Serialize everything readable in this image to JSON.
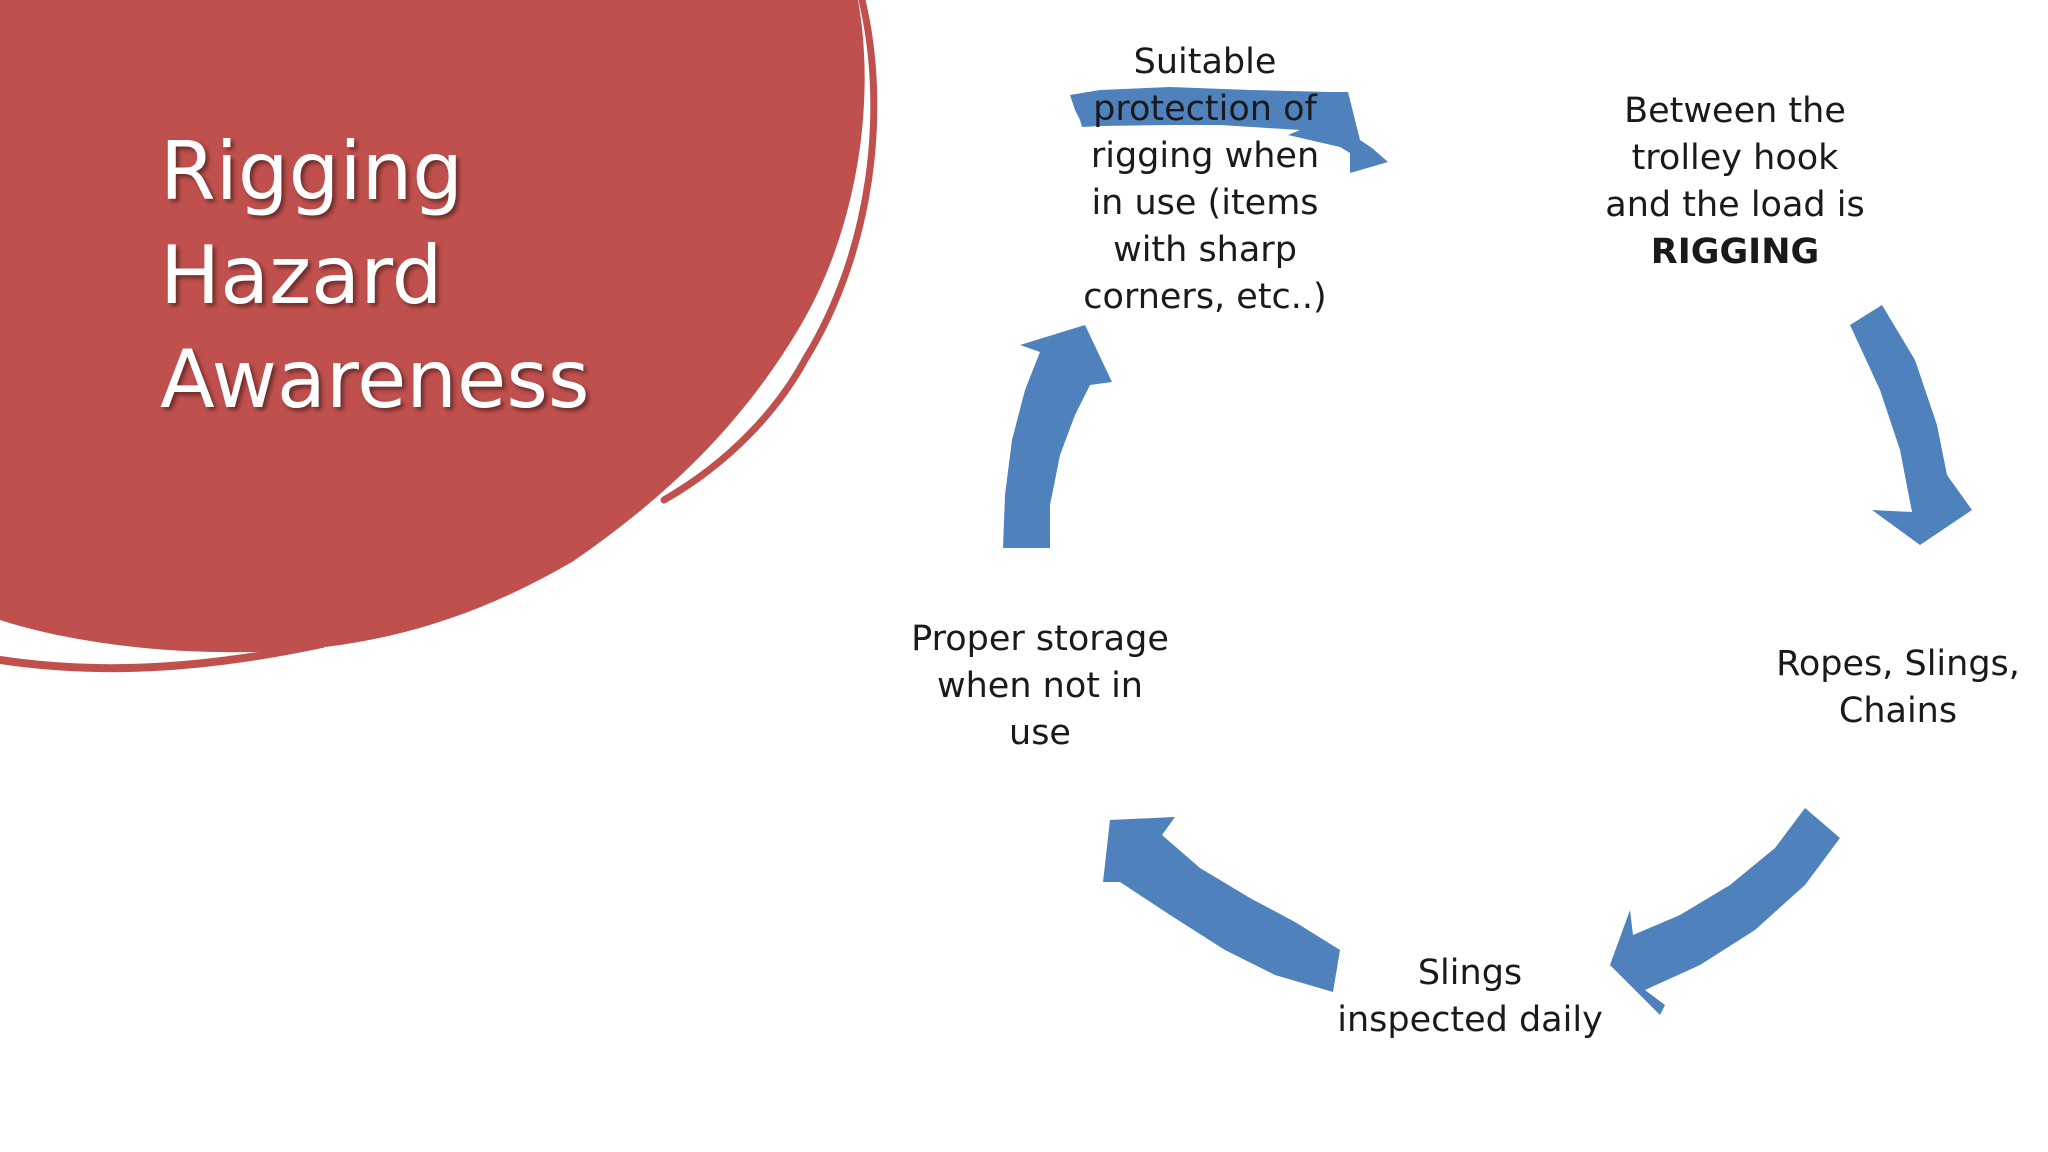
{
  "slide": {
    "title_lines": [
      "Rigging",
      "Hazard",
      "Awareness"
    ],
    "colors": {
      "accent_red": "#c0504d",
      "arrow_blue": "#4f81bd",
      "text": "#1a1a1a",
      "background": "#ffffff"
    }
  },
  "cycle": {
    "nodes": [
      {
        "id": "rigging-definition",
        "lines": [
          "Between the",
          "trolley hook",
          "and the load is"
        ],
        "emphasis": "RIGGING"
      },
      {
        "id": "equipment-types",
        "lines": [
          "Ropes, Slings,",
          "Chains"
        ]
      },
      {
        "id": "daily-inspection",
        "lines": [
          "Slings",
          "inspected daily"
        ]
      },
      {
        "id": "storage",
        "lines": [
          "Proper storage",
          "when not in",
          "use"
        ]
      },
      {
        "id": "protection",
        "lines": [
          "Suitable",
          "protection of",
          "rigging when",
          "in use (items",
          "with sharp",
          "corners, etc..)"
        ]
      }
    ]
  }
}
